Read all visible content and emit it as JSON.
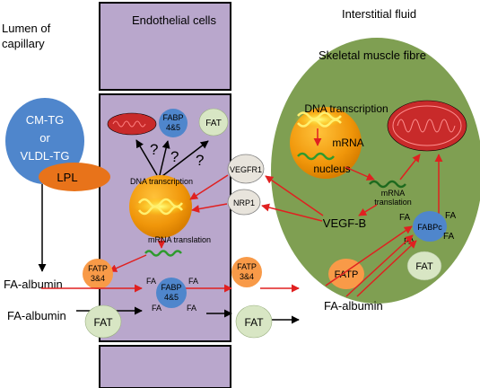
{
  "regions": {
    "lumen_capillary": "Lumen of\ncapillary",
    "endothelial_cells": "Endothelial cells",
    "interstitial_fluid": "Interstitial fluid",
    "skeletal_muscle_fibre": "Skeletal muscle fibre"
  },
  "lipoproteins": {
    "cm_tg": "CM-TG",
    "or": "or",
    "vldl_tg": "VLDL-TG",
    "lpl": "LPL"
  },
  "endothelial": {
    "fabp_top_l1": "FABP",
    "fabp_top_l2": "4&5",
    "fat_top": "FAT",
    "question_mark": "?",
    "dna_transcription": "DNA transcription",
    "vegfr1": "VEGFR1",
    "nrp1": "NRP1",
    "mrna_translation": "mRNA translation",
    "fatp_left_l1": "FATP",
    "fatp_left_l2": "3&4",
    "fabp_mid_l1": "FABP",
    "fabp_mid_l2": "4&5",
    "fa": "FA",
    "fatp_right_l1": "FATP",
    "fatp_right_l2": "3&4",
    "fat_left": "FAT",
    "fat_right": "FAT"
  },
  "muscle": {
    "dna_transcription": "DNA transcription",
    "mrna": "mRNA",
    "nucleus": "nucleus",
    "mrna_translation_l1": "mRNA",
    "mrna_translation_l2": "translation",
    "vegf_b": "VEGF-B",
    "fabpc": "FABPc",
    "fa": "FA",
    "fatp": "FATP",
    "fat": "FAT"
  },
  "fa_albumin": "FA-albumin",
  "colors": {
    "cell_fill": "#b9a7cc",
    "muscle_fill": "#7f9f52",
    "nucleus_orange": "#f0960a",
    "blue": "#4f86cc",
    "fat_green": "#d8e6c4",
    "mito_red": "#c82a2a",
    "arrow_red": "#e02020",
    "lpl_orange": "#e8731a"
  }
}
